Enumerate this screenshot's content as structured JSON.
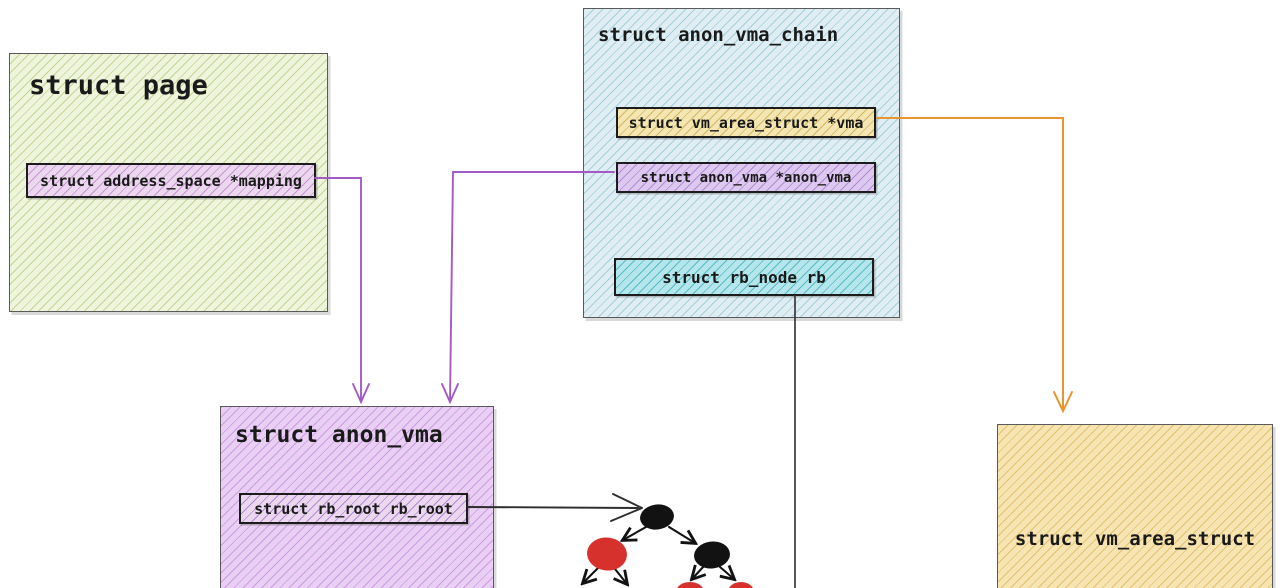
{
  "diagram": {
    "boxes": {
      "page": {
        "title": "struct page",
        "fields": {
          "mapping": "struct address_space *mapping"
        }
      },
      "anon_vma_chain": {
        "title": "struct anon_vma_chain",
        "fields": {
          "vma": "struct vm_area_struct *vma",
          "anon_vma": "struct anon_vma *anon_vma",
          "rb": "struct rb_node rb"
        }
      },
      "anon_vma": {
        "title": "struct anon_vma",
        "fields": {
          "rb_root": "struct rb_root rb_root"
        }
      },
      "vm_area_struct": {
        "title": "struct vm_area_struct"
      }
    },
    "connections": [
      {
        "from": "page.mapping",
        "to": "anon_vma",
        "color": "purple"
      },
      {
        "from": "anon_vma_chain.anon_vma",
        "to": "anon_vma",
        "color": "purple"
      },
      {
        "from": "anon_vma_chain.vma",
        "to": "vm_area_struct",
        "color": "orange"
      },
      {
        "from": "anon_vma_chain.rb",
        "to": "rb-tree",
        "color": "black"
      },
      {
        "from": "anon_vma.rb_root",
        "to": "rb-tree-root",
        "color": "black"
      }
    ],
    "tree": {
      "type": "red-black-tree",
      "nodes": [
        {
          "id": "root",
          "color": "black"
        },
        {
          "id": "left-child",
          "color": "red"
        },
        {
          "id": "right-child",
          "color": "black"
        },
        {
          "id": "right-left-leaf",
          "color": "red"
        },
        {
          "id": "right-right-leaf",
          "color": "red"
        }
      ]
    }
  },
  "colors": {
    "purple_arrow": "#a35ac6",
    "orange_arrow": "#e8952f",
    "line_black": "#2e2e2e",
    "tree_black": "#121212",
    "tree_red": "#d7312d",
    "page_fill": "#eff4dd",
    "page_hatch": "#c3d494",
    "chain_fill": "#e0eef3",
    "chain_hatch": "#a3cfdc",
    "anon_vma_fill": "#e9cff3",
    "anon_vma_hatch": "#cf9ae2",
    "vm_area_fill": "#f6e5b2",
    "vm_area_hatch": "#e3c06e",
    "mapping_fill": "#ebd8ef",
    "mapping_hatch": "#c993d4",
    "vma_field_fill": "#f3e6b2",
    "vma_field_hatch": "#d4b563",
    "anon_vma_field_fill": "#ddc9ef",
    "anon_vma_field_hatch": "#b489d4",
    "rb_field_fill": "#b4e6eb",
    "rb_field_hatch": "#58b9c7"
  }
}
